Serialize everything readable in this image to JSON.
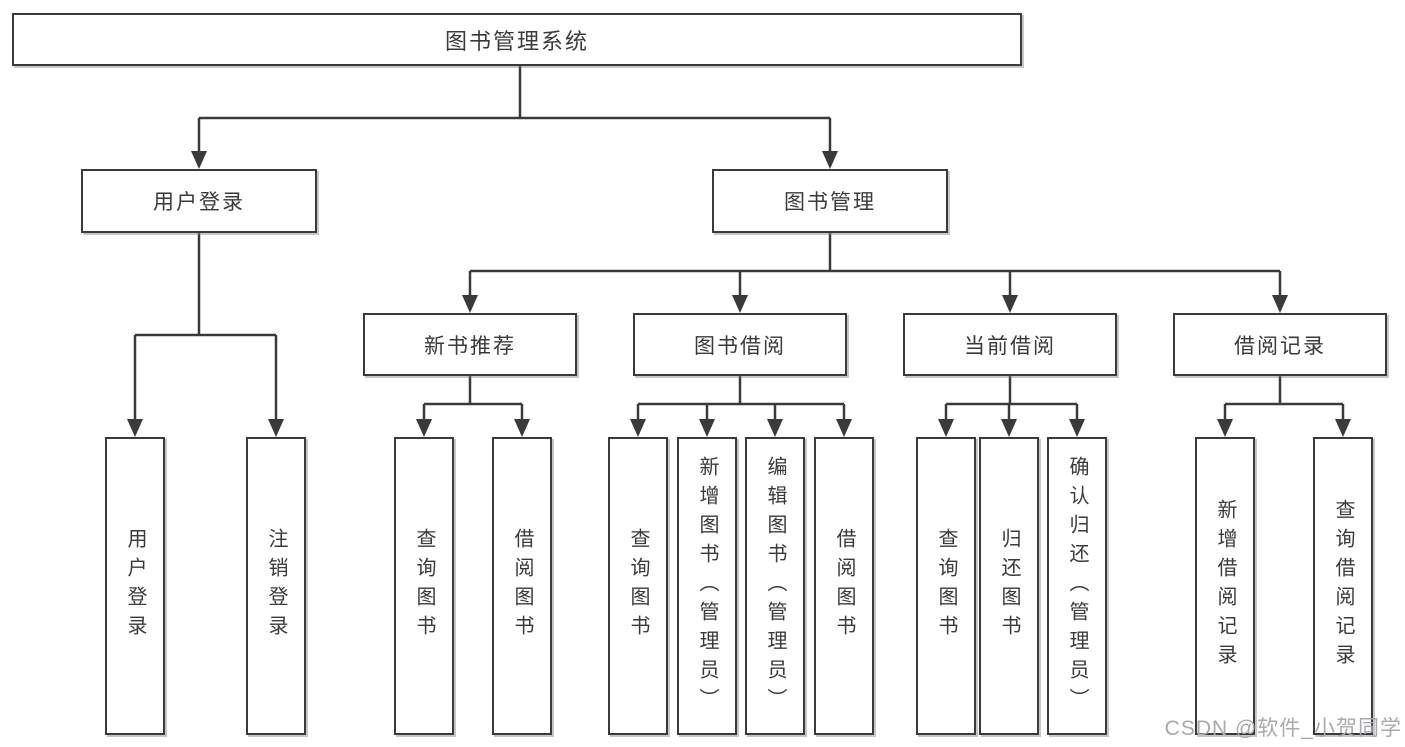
{
  "tree": {
    "root": {
      "label": "图书管理系统"
    },
    "user_login": {
      "label": "用户登录",
      "children": [
        {
          "label": "用户登录"
        },
        {
          "label": "注销登录"
        }
      ]
    },
    "book_mgmt": {
      "label": "图书管理",
      "groups": [
        {
          "label": "新书推荐",
          "children": [
            {
              "label": "查询图书"
            },
            {
              "label": "借阅图书"
            }
          ]
        },
        {
          "label": "图书借阅",
          "children": [
            {
              "label": "查询图书"
            },
            {
              "label": "新增图书（管理员）"
            },
            {
              "label": "编辑图书（管理员）"
            },
            {
              "label": "借阅图书"
            }
          ]
        },
        {
          "label": "当前借阅",
          "children": [
            {
              "label": "查询图书"
            },
            {
              "label": "归还图书"
            },
            {
              "label": "确认归还（管理员）"
            }
          ]
        },
        {
          "label": "借阅记录",
          "children": [
            {
              "label": "新增借阅记录"
            },
            {
              "label": "查询借阅记录"
            }
          ]
        }
      ]
    }
  },
  "watermark": {
    "text": "CSDN @软件_小贺同学"
  },
  "colors": {
    "line": "#3a3a3a",
    "box_border": "#3a3a3a",
    "text": "#3a3a3a",
    "watermark": "#aaaaae",
    "background": "#ffffff"
  }
}
